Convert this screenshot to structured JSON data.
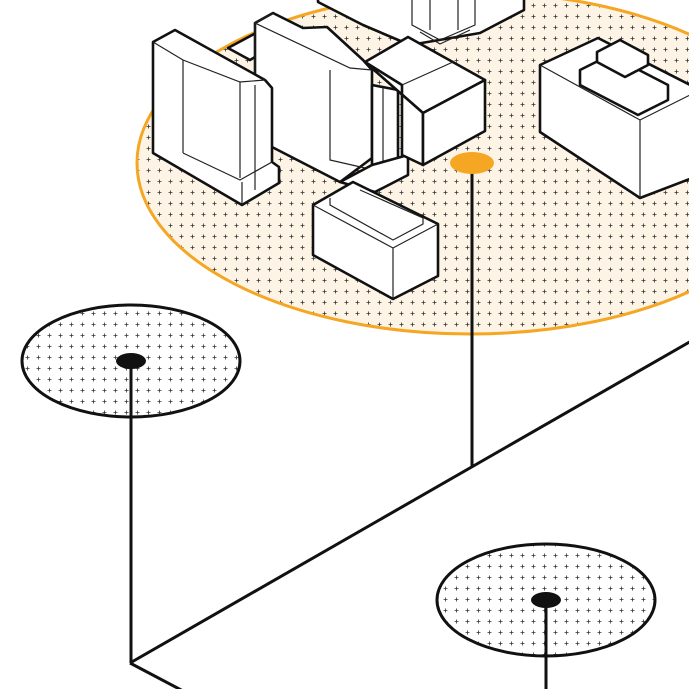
{
  "colors": {
    "accent": "#f5a623",
    "accent_fill": "#fdf4e6",
    "ink": "#111111",
    "background": "#ffffff"
  },
  "nodes": [
    {
      "id": "main-site",
      "highlighted": true
    },
    {
      "id": "left-site",
      "highlighted": false
    },
    {
      "id": "right-site",
      "highlighted": false
    }
  ]
}
